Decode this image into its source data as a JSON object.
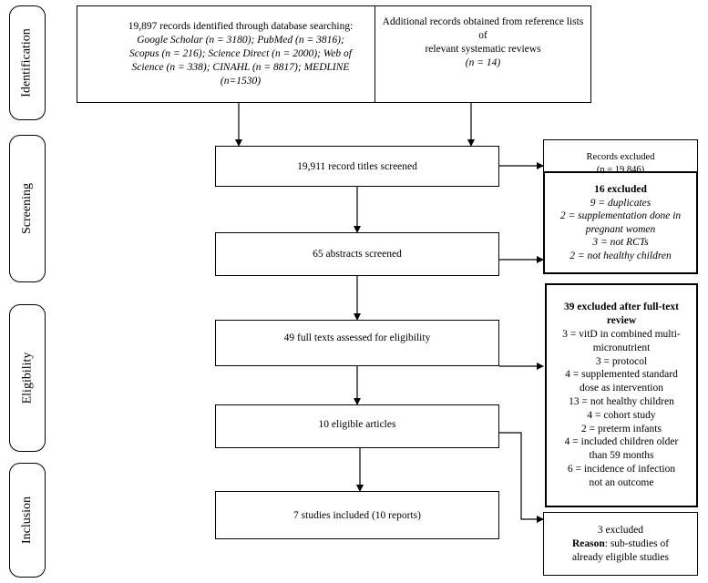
{
  "stages": {
    "identification": "Identification",
    "screening": "Screening",
    "eligibility": "Eligibility",
    "inclusion": "Inclusion"
  },
  "identified": {
    "line1": "19,897 records identified through database searching:",
    "line2": "Google Scholar (n = 3180); PubMed (n = 3816);",
    "line3": "Scopus (n = 216); Science Direct (n = 2000); Web of",
    "line4": "Science (n = 338); CINAHL (n = 8817); MEDLINE",
    "line5": "(n=1530)"
  },
  "additional": {
    "line1": "Additional records obtained from reference lists of",
    "line2": "relevant systematic reviews",
    "line3": "(n = 14)"
  },
  "screened": "19,911 record titles screened",
  "records_excluded": {
    "line1": "Records excluded",
    "line2": "(n = 19,846)"
  },
  "abstracts": "65 abstracts screened",
  "excluded16": {
    "title": "16 excluded",
    "items": [
      "9 = duplicates",
      "2 = supplementation done in",
      "pregnant women",
      "3 = not RCTs",
      "2 = not healthy children"
    ]
  },
  "fulltexts": "49 full texts assessed for eligibility",
  "excluded39": {
    "title1": "39 excluded after full-text",
    "title2": "review",
    "items": [
      "3 = vitD in combined multi-",
      "micronutrient",
      "3 = protocol",
      "4 = supplemented standard",
      "dose as intervention",
      "13 = not healthy children",
      "4 = cohort study",
      "2 = preterm infants",
      "4 = included children older",
      "than 59 months",
      "6 = incidence of infection",
      "not an outcome"
    ]
  },
  "eligible": "10 eligible  articles",
  "included": "7 studies included  (10 reports)",
  "excluded3": {
    "line1": "3 excluded",
    "reason_label": "Reason",
    "reason_text": ": sub-studies of",
    "line3": "already eligible  studies"
  }
}
